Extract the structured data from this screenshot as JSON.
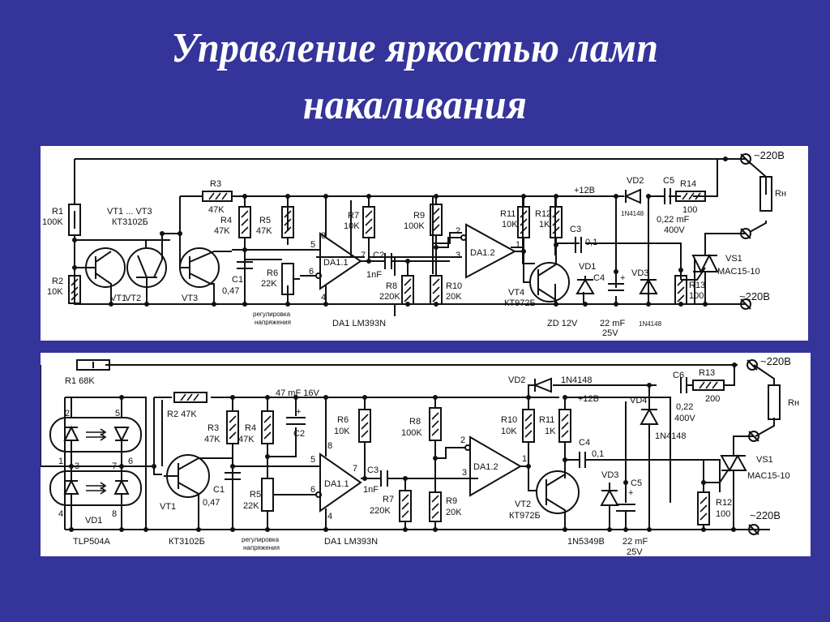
{
  "slide": {
    "title_line1": "Управление яркостью ламп",
    "title_line2": "накаливания",
    "background_color": "#34349a"
  },
  "schematic1": {
    "R1": "R1",
    "R1_val": "100K",
    "R2": "R2",
    "R2_val": "10K",
    "VT_group": "VT1 ... VT3",
    "VT_group_type": "КТ3102Б",
    "VT1": "VT1",
    "VT2": "VT2",
    "VT3": "VT3",
    "R3": "R3",
    "R3_val": "47K",
    "R4": "R4",
    "R4_val": "47K",
    "R5": "R5",
    "R5_val": "47K",
    "C1": "C1",
    "C1_val": "0,47",
    "R6": "R6",
    "R6_val": "22K",
    "adjust_line1": "регулировка",
    "adjust_line2": "напряжения",
    "DA11": "DA1.1",
    "pin8": "8",
    "pin5": "5",
    "pin6": "6",
    "pin4": "4",
    "pin7": "7",
    "R7": "R7",
    "R7_val": "10K",
    "C2": "C2",
    "C2_val": "1nF",
    "R8": "R8",
    "R8_val": "220K",
    "R9": "R9",
    "R9_val": "100K",
    "R10": "R10",
    "R10_val": "20K",
    "DA12": "DA1.2",
    "pin2": "2",
    "pin3": "3",
    "pin1": "1",
    "DA1": "DA1  LM393N",
    "R11": "R11",
    "R11_val": "10K",
    "R12": "R12",
    "R12_val": "1K",
    "VT4": "VT4",
    "VT4_type": "КТ972Б",
    "plus12": "+12B",
    "C3": "C3",
    "C3_val": "0,1",
    "VD1": "VD1",
    "VD1_type": "ZD 12V",
    "C4": "C4",
    "C4_val1": "22 mF",
    "C4_val2": "25V",
    "plus": "+",
    "VD2": "VD2",
    "VD2_type": "1N4148",
    "VD3": "VD3",
    "VD3_type": "1N4148",
    "C5": "C5",
    "C5_val1": "0,22 mF",
    "C5_val2": "400V",
    "R14": "R14",
    "R14_val": "100",
    "R13": "R13",
    "R13_val": "100",
    "VS1": "VS1",
    "VS1_type": "MAC15-10",
    "Rn": "Rн",
    "mains_top": "~220B",
    "mains_bottom": "~220B"
  },
  "schematic2": {
    "R1": "R1  68K",
    "VD1": "VD1",
    "VD1_type": "TLP504A",
    "opto_pins": [
      "2",
      "5",
      "1",
      "3",
      "7",
      "6",
      "4",
      "8"
    ],
    "R2": "R2 47K",
    "R3": "R3",
    "R3_val": "47K",
    "R4": "R4",
    "R4_val": "47K",
    "C2_top": "47 mF 16V",
    "C2": "C2",
    "plus": "+",
    "VT1": "VT1",
    "VT1_type": "КТ3102Б",
    "C1": "C1",
    "C1_val": "0,47",
    "R5": "R5",
    "R5_val": "22K",
    "adjust_line1": "регулировка",
    "adjust_line2": "напряжения",
    "DA11": "DA1.1",
    "pin8": "8",
    "pin5": "5",
    "pin6": "6",
    "pin4": "4",
    "pin7": "7",
    "R6": "R6",
    "R6_val": "10K",
    "C3": "C3",
    "C3_val": "1nF",
    "R7": "R7",
    "R7_val": "220K",
    "R8": "R8",
    "R8_val": "100K",
    "R9": "R9",
    "R9_val": "20K",
    "DA12": "DA1.2",
    "pin2": "2",
    "pin3": "3",
    "pin1": "1",
    "DA1": "DA1  LM393N",
    "VD2": "VD2",
    "VD2_type": "1N4148",
    "plus12": "+12B",
    "R10": "R10",
    "R10_val": "10K",
    "R11": "R11",
    "R11_val": "1K",
    "C4": "C4",
    "C4_val": "0,1",
    "VT2": "VT2",
    "VT2_type": "КТ972Б",
    "VD3": "VD3",
    "VD3_type": "1N5349B",
    "C5": "C5",
    "C5_val1": "22 mF",
    "C5_val2": "25V",
    "VD4": "VD4",
    "VD4_type": "1N4148",
    "C6": "C6",
    "C6_val1": "0,22",
    "C6_val2": "400V",
    "R13": "R13",
    "R13_val": "200",
    "R12": "R12",
    "R12_val": "100",
    "VS1": "VS1",
    "VS1_type": "MAC15-10",
    "Rn": "Rн",
    "mains_top": "~220B",
    "mains_bottom": "~220B"
  }
}
